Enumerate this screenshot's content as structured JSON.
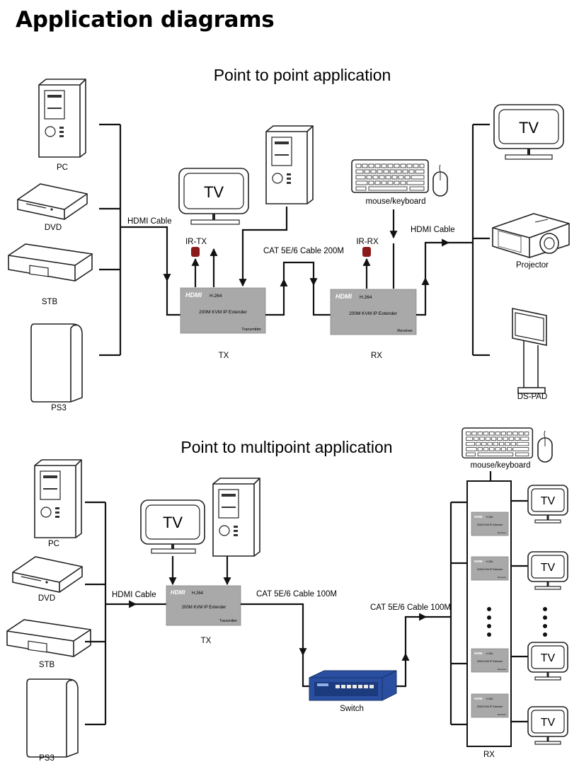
{
  "page_title": "Application diagrams",
  "section1": {
    "title": "Point to point application",
    "sources": [
      "PC",
      "DVD",
      "STB",
      "PS3"
    ],
    "hdmi_in_label": "HDMI Cable",
    "ir_tx": "IR-TX",
    "ir_rx": "IR-RX",
    "tv_label": "TV",
    "cable_label": "CAT 5E/6 Cable 200M",
    "tx_label": "TX",
    "rx_label": "RX",
    "mouse_label": "mouse/keyboard",
    "hdmi_out_label": "HDMI Cable",
    "outputs": [
      "TV",
      "Projector",
      "DS-PAD"
    ],
    "device": {
      "brand": "HDMI",
      "codec": "H.264",
      "name": "200M KVM IP Extender",
      "tx_type": "Transmitter",
      "rx_type": "Receiver"
    }
  },
  "section2": {
    "title": "Point to multipoint  application",
    "sources": [
      "PC",
      "DVD",
      "STB",
      "PS3"
    ],
    "hdmi_in_label": "HDMI Cable",
    "tv_label": "TV",
    "cable_label_tx": "CAT 5E/6 Cable 100M",
    "cable_label_rx": "CAT 5E/6 Cable 100M",
    "tx_label": "TX",
    "switch_label": "Switch",
    "rx_label": "RX",
    "mouse_label": "mouse/keyboard",
    "outputs": [
      "TV",
      "TV",
      "TV",
      "TV"
    ],
    "device": {
      "brand": "HDMI",
      "codec": "H.264",
      "name": "200M KVM IP Extender",
      "tx_type": "Transmitter",
      "rx_type": "Receiver"
    }
  },
  "colors": {
    "line": "#111111",
    "device_body": "#a9a9a9",
    "ir_red": "#8b1a1a",
    "switch_blue": "#2a4fa0"
  }
}
